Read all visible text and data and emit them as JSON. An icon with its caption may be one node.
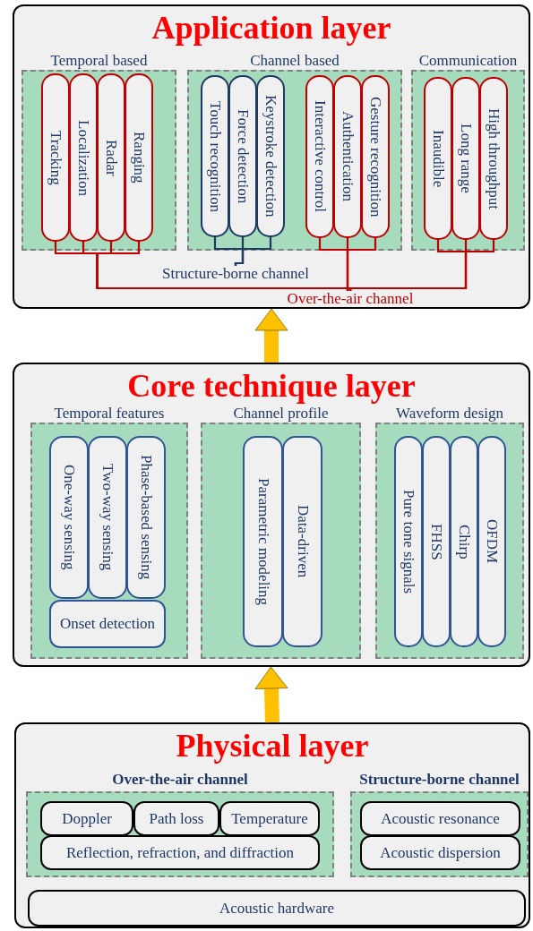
{
  "diagram": {
    "nodes": [
      {
        "text": [
          "Application layer"
        ]
      },
      {
        "text": [
          "Temporal based"
        ],
        "in": 0
      },
      {
        "text": [
          "Tracking"
        ],
        "in": 1
      },
      {
        "text": [
          "Localization"
        ],
        "in": 1
      },
      {
        "text": [
          "Radar"
        ],
        "in": 1
      },
      {
        "text": [
          "Ranging"
        ],
        "in": 1
      },
      {
        "text": [
          "Channel based"
        ],
        "in": 0
      },
      {
        "text": [
          "Touch recognition"
        ],
        "in": 6
      },
      {
        "text": [
          "Force detection"
        ],
        "in": 6
      },
      {
        "text": [
          "Keystroke detection"
        ],
        "in": 6
      },
      {
        "text": [
          "Interactive control"
        ],
        "in": 6
      },
      {
        "text": [
          "Authentication"
        ],
        "in": 6
      },
      {
        "text": [
          "Gesture recognition"
        ],
        "in": 6
      },
      {
        "text": [
          "Communication"
        ],
        "in": 0
      },
      {
        "text": [
          "Inaudible"
        ],
        "in": 13
      },
      {
        "text": [
          "Long range"
        ],
        "in": 13
      },
      {
        "text": [
          "High throughput"
        ],
        "in": 13
      },
      {
        "text": [
          "Structure-borne channel"
        ],
        "in": 0
      },
      {
        "text": [
          "Over-the-air channel"
        ],
        "in": 0
      },
      {
        "text": [
          "Core technique layer"
        ]
      },
      {
        "text": [
          "Temporal features"
        ],
        "in": 19
      },
      {
        "text": [
          "One-way sensing"
        ],
        "in": 20
      },
      {
        "text": [
          "Two-way sensing"
        ],
        "in": 20
      },
      {
        "text": [
          "Phase-based sensing"
        ],
        "in": 20
      },
      {
        "text": [
          "Onset detection"
        ],
        "in": 20
      },
      {
        "text": [
          "Channel profile"
        ],
        "in": 19
      },
      {
        "text": [
          "Parametric modeling"
        ],
        "in": 25
      },
      {
        "text": [
          "Data-driven"
        ],
        "in": 25
      },
      {
        "text": [
          "Waveform design"
        ],
        "in": 19
      },
      {
        "text": [
          "Pure tone signals"
        ],
        "in": 28
      },
      {
        "text": [
          "FHSS"
        ],
        "in": 28
      },
      {
        "text": [
          "Chirp"
        ],
        "in": 28
      },
      {
        "text": [
          "OFDM"
        ],
        "in": 28
      },
      {
        "text": [
          "Physical layer"
        ]
      },
      {
        "text": [
          "Over-the-air channel"
        ],
        "in": 33
      },
      {
        "text": [
          "Doppler"
        ],
        "in": 34
      },
      {
        "text": [
          "Path loss"
        ],
        "in": 34
      },
      {
        "text": [
          "Temperature"
        ],
        "in": 34
      },
      {
        "text": [
          "Reflection, refraction, and diffraction"
        ],
        "in": 34
      },
      {
        "text": [
          "Structure-borne channel"
        ],
        "in": 33
      },
      {
        "text": [
          "Acoustic resonance"
        ],
        "in": 39
      },
      {
        "text": [
          "Acoustic dispersion"
        ],
        "in": 39
      },
      {
        "text": [
          "Acoustic hardware"
        ],
        "in": 33
      }
    ],
    "edges": [
      {
        "from": 7,
        "to": 17,
        "arrow": "none",
        "color": "#1f3864"
      },
      {
        "from": 8,
        "to": 17,
        "arrow": "none",
        "color": "#1f3864"
      },
      {
        "from": 9,
        "to": 17,
        "arrow": "none",
        "color": "#1f3864"
      },
      {
        "from": 2,
        "to": 18,
        "arrow": "none"
      },
      {
        "from": 3,
        "to": 18,
        "arrow": "none"
      },
      {
        "from": 4,
        "to": 18,
        "arrow": "none"
      },
      {
        "from": 5,
        "to": 18,
        "arrow": "none"
      },
      {
        "from": 10,
        "to": 18,
        "arrow": "none"
      },
      {
        "from": 11,
        "to": 18,
        "arrow": "none"
      },
      {
        "from": 12,
        "to": 18,
        "arrow": "none"
      },
      {
        "from": 14,
        "to": 18,
        "arrow": "none"
      },
      {
        "from": 15,
        "to": 18,
        "arrow": "none"
      },
      {
        "from": 16,
        "to": 18,
        "arrow": "none"
      },
      {
        "from": 33,
        "to": 19,
        "arrow": "to",
        "style": "thick",
        "color": "#ffc000"
      },
      {
        "from": 19,
        "to": 0,
        "arrow": "to",
        "style": "thick",
        "color": "#ffc000"
      }
    ]
  }
}
